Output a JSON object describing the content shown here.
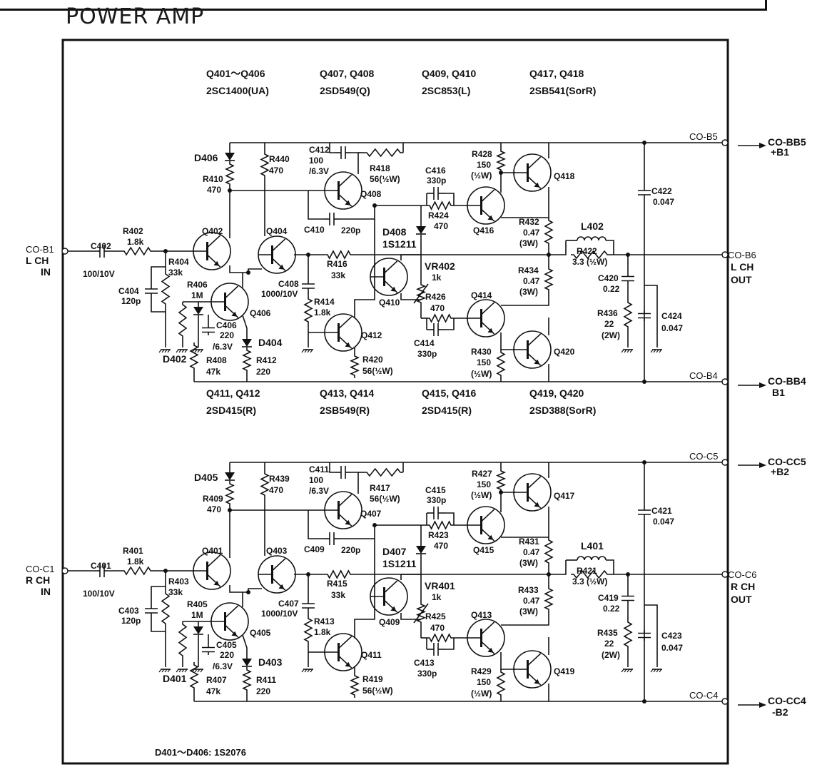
{
  "title": "POWER AMP",
  "ch1": {
    "types": [
      {
        "q": "Q401～Q406",
        "t": "2SC1400(UA)"
      },
      {
        "q": "Q407, Q408",
        "t": "2SD549(Q)"
      },
      {
        "q": "Q409, Q410",
        "t": "2SC853(L)"
      },
      {
        "q": "Q417, Q418",
        "t": "2SB541(SorR)"
      }
    ],
    "in": {
      "conn": "CO-B1",
      "label1": "L  CH",
      "label2": "IN"
    },
    "out": {
      "conn": "CO-B6",
      "label1": "L  CH",
      "label2": "OUT"
    },
    "rail_top": {
      "conn": "CO-B5",
      "ext": "CO-BB5",
      "ext2": "+B1"
    },
    "rail_bot": {
      "conn": "CO-B4",
      "ext": "CO-BB4",
      "ext2": "B1"
    },
    "parts": {
      "d_top": "D406",
      "d_q406": "D404",
      "d_bias": "D402",
      "d_vbe": "D408",
      "d_vbe_t": "1S1211",
      "r_top": "R410",
      "r_top_v": "470",
      "r_col": "R440",
      "r_col_v": "470",
      "c_fb": "C412",
      "c_fb_v": "100",
      "c_fb_v2": "/6.3V",
      "r_fb": "R418",
      "r_fb_v": "56(½W)",
      "c_in": "C402",
      "c_in_v": "100/10V",
      "r_in": "R402",
      "r_in_v": "1.8k",
      "r_b": "R404",
      "r_b_v": "33k",
      "c_b": "C404",
      "c_b_v": "120p",
      "r_bias": "R406",
      "r_bias_v": "1M",
      "c_e": "C406",
      "c_e_v": "220",
      "c_e_v2": "/6.3V",
      "r_e2": "R408",
      "r_e2_v": "47k",
      "r_e": "R412",
      "r_e_v": "220",
      "c_nf": "C408",
      "c_nf_v": "1000/10V",
      "r_nf": "R414",
      "r_nf_v": "1.8k",
      "r_nf2": "R416",
      "r_nf2_v": "33k",
      "c_comp": "C410",
      "c_comp_v": "220p",
      "c_hi": "C416",
      "c_hi_v": "330p",
      "r_hi": "R424",
      "r_hi_v": "470",
      "vr": "VR402",
      "vr_v": "1k",
      "r_lo": "R426",
      "r_lo_v": "470",
      "c_lo": "C414",
      "c_lo_v": "330p",
      "r_ep": "R420",
      "r_ep_v": "56(½W)",
      "r_b1": "R428",
      "r_b1_v": "150",
      "r_b1_w": "(½W)",
      "r_b2": "R430",
      "r_b2_v": "150",
      "r_b2_w": "(½W)",
      "r_o1": "R432",
      "r_o1_v": "0.47",
      "r_o1_w": "(3W)",
      "r_o2": "R434",
      "r_o2_v": "0.47",
      "r_o2_w": "(3W)",
      "l": "L402",
      "r_l": "R422",
      "r_l_v": "3.3 (½W)",
      "c_z": "C420",
      "c_z_v": "0.22",
      "r_z": "R436",
      "r_z_v": "22",
      "r_z_w": "(2W)",
      "c_dt": "C422",
      "c_dt_v": "0.047",
      "c_db": "C424",
      "c_db_v": "0.047",
      "q_in1": "Q402",
      "q_in2": "Q404",
      "q_cs": "Q406",
      "q_pre": "Q408",
      "q_vbe": "Q410",
      "q_drv": "Q412",
      "q_d1": "Q416",
      "q_d2": "Q414",
      "q_o1": "Q418",
      "q_o2": "Q420"
    }
  },
  "ch2": {
    "types": [
      {
        "q": "Q411, Q412",
        "t": "2SD415(R)"
      },
      {
        "q": "Q413, Q414",
        "t": "2SB549(R)"
      },
      {
        "q": "Q415, Q416",
        "t": "2SD415(R)"
      },
      {
        "q": "Q419, Q420",
        "t": "2SD388(SorR)"
      }
    ],
    "in": {
      "conn": "CO-C1",
      "label1": "R  CH",
      "label2": "IN"
    },
    "out": {
      "conn": "CO-C6",
      "label1": "R  CH",
      "label2": "OUT"
    },
    "rail_top": {
      "conn": "CO-C5",
      "ext": "CO-CC5",
      "ext2": "+B2"
    },
    "rail_bot": {
      "conn": "CO-C4",
      "ext": "CO-CC4",
      "ext2": "-B2"
    },
    "parts": {
      "d_top": "D405",
      "d_q406": "D403",
      "d_bias": "D401",
      "d_vbe": "D407",
      "d_vbe_t": "1S1211",
      "r_top": "R409",
      "r_top_v": "470",
      "r_col": "R439",
      "r_col_v": "470",
      "c_fb": "C411",
      "c_fb_v": "100",
      "c_fb_v2": "/6.3V",
      "r_fb": "R417",
      "r_fb_v": "56(½W)",
      "c_in": "C401",
      "c_in_v": "100/10V",
      "r_in": "R401",
      "r_in_v": "1.8k",
      "r_b": "R403",
      "r_b_v": "33k",
      "c_b": "C403",
      "c_b_v": "120p",
      "r_bias": "R405",
      "r_bias_v": "1M",
      "c_e": "C405",
      "c_e_v": "220",
      "c_e_v2": "/6.3V",
      "r_e2": "R407",
      "r_e2_v": "47k",
      "r_e": "R411",
      "r_e_v": "220",
      "c_nf": "C407",
      "c_nf_v": "1000/10V",
      "r_nf": "R413",
      "r_nf_v": "1.8k",
      "r_nf2": "R415",
      "r_nf2_v": "33k",
      "c_comp": "C409",
      "c_comp_v": "220p",
      "c_hi": "C415",
      "c_hi_v": "330p",
      "r_hi": "R423",
      "r_hi_v": "470",
      "vr": "VR401",
      "vr_v": "1k",
      "r_lo": "R425",
      "r_lo_v": "470",
      "c_lo": "C413",
      "c_lo_v": "330p",
      "r_ep": "R419",
      "r_ep_v": "56(½W)",
      "r_b1": "R427",
      "r_b1_v": "150",
      "r_b1_w": "(½W)",
      "r_b2": "R429",
      "r_b2_v": "150",
      "r_b2_w": "(½W)",
      "r_o1": "R431",
      "r_o1_v": "0.47",
      "r_o1_w": "(3W)",
      "r_o2": "R433",
      "r_o2_v": "0.47",
      "r_o2_w": "(3W)",
      "l": "L401",
      "r_l": "R421",
      "r_l_v": "3.3 (½W)",
      "c_z": "C419",
      "c_z_v": "0.22",
      "r_z": "R435",
      "r_z_v": "22",
      "r_z_w": "(2W)",
      "c_dt": "C421",
      "c_dt_v": "0.047",
      "c_db": "C423",
      "c_db_v": "0.047",
      "q_in1": "Q401",
      "q_in2": "Q403",
      "q_cs": "Q405",
      "q_pre": "Q407",
      "q_vbe": "Q409",
      "q_drv": "Q411",
      "q_d1": "Q415",
      "q_d2": "Q413",
      "q_o1": "Q417",
      "q_o2": "Q419"
    }
  },
  "footnote": "D401～D406:  1S2076"
}
